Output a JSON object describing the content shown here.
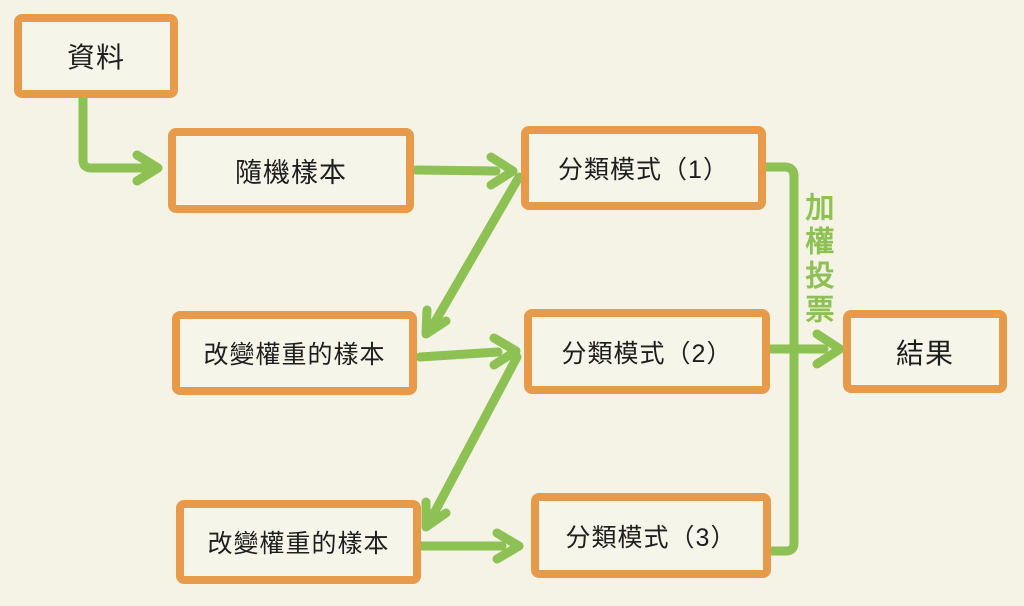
{
  "colors": {
    "background": "#F4F3E5",
    "box_border": "#E89A4B",
    "box_fill": "#F6F5E9",
    "arrow": "#8DC153",
    "text": "#1E1E1E",
    "annotation": "#8DC153"
  },
  "diagram": {
    "title_hint": "boosting-ensemble-flowchart",
    "nodes": [
      {
        "id": "data",
        "label": "資料"
      },
      {
        "id": "random-sample",
        "label": "隨機樣本"
      },
      {
        "id": "model-1",
        "label": "分類模式（1）"
      },
      {
        "id": "weighted-sample-1",
        "label": "改變權重的樣本"
      },
      {
        "id": "model-2",
        "label": "分類模式（2）"
      },
      {
        "id": "weighted-sample-2",
        "label": "改變權重的樣本"
      },
      {
        "id": "model-3",
        "label": "分類模式（3）"
      },
      {
        "id": "result",
        "label": "結果"
      }
    ],
    "edges": [
      {
        "from": "data",
        "to": "random-sample"
      },
      {
        "from": "random-sample",
        "to": "model-1"
      },
      {
        "from": "model-1",
        "to": "weighted-sample-1"
      },
      {
        "from": "weighted-sample-1",
        "to": "model-2"
      },
      {
        "from": "model-2",
        "to": "weighted-sample-2"
      },
      {
        "from": "weighted-sample-2",
        "to": "model-3"
      },
      {
        "from": "model-1",
        "to": "result"
      },
      {
        "from": "model-2",
        "to": "result"
      },
      {
        "from": "model-3",
        "to": "result"
      }
    ],
    "merge_annotation": "加權投票"
  }
}
